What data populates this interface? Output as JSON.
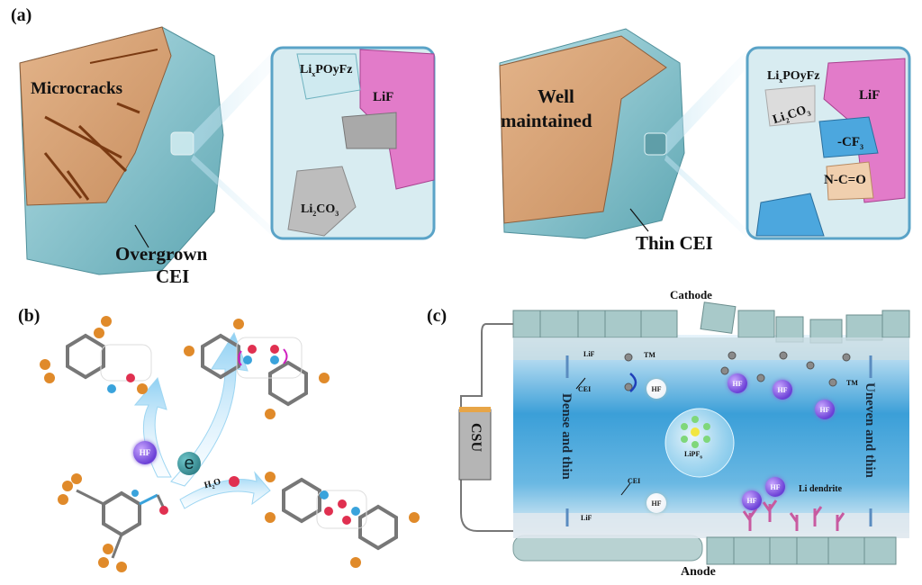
{
  "figure": {
    "panels": {
      "a": {
        "label": "(a)",
        "left": {
          "crack_label": "Microcracks",
          "cei_label_line1": "Overgrown",
          "cei_label_line2": "CEI",
          "zoom_components": [
            "LixPOyFz",
            "LiF",
            "Li2CO3"
          ]
        },
        "right": {
          "core_label_line1": "Well",
          "core_label_line2": "maintained",
          "cei_label": "Thin CEI",
          "zoom_components": [
            "LixPOyFz",
            "LiF",
            "Li2CO3",
            "-CF3",
            "N-C=O"
          ]
        }
      },
      "b": {
        "label": "(b)",
        "reagents": {
          "hf": "HF",
          "electron": "e",
          "water": "H2O"
        }
      },
      "c": {
        "label": "(c)",
        "cathode": "Cathode",
        "anode": "Anode",
        "csu": "CSU",
        "left_side": "Dense and thin",
        "right_side": "Uneven and thin",
        "labels": {
          "lif_top": "LiF",
          "tm_top": "TM",
          "cei_top": "CEI",
          "tm_right": "TM",
          "cei_bottom": "CEI",
          "lif_bottom": "LiF",
          "dendrite": "Li dendrite",
          "salt": "LiPF6"
        },
        "hf": "HF"
      }
    },
    "colors": {
      "cathode_core": "#d9a47a",
      "cei": "#8cc6cf",
      "lif": "#e27bc9",
      "li2co3": "#bfbfbf",
      "cf3": "#4ca7de",
      "nco": "#f0cfae",
      "electrolyte": "#3b9fd8",
      "hf": "#7a52e0"
    }
  }
}
